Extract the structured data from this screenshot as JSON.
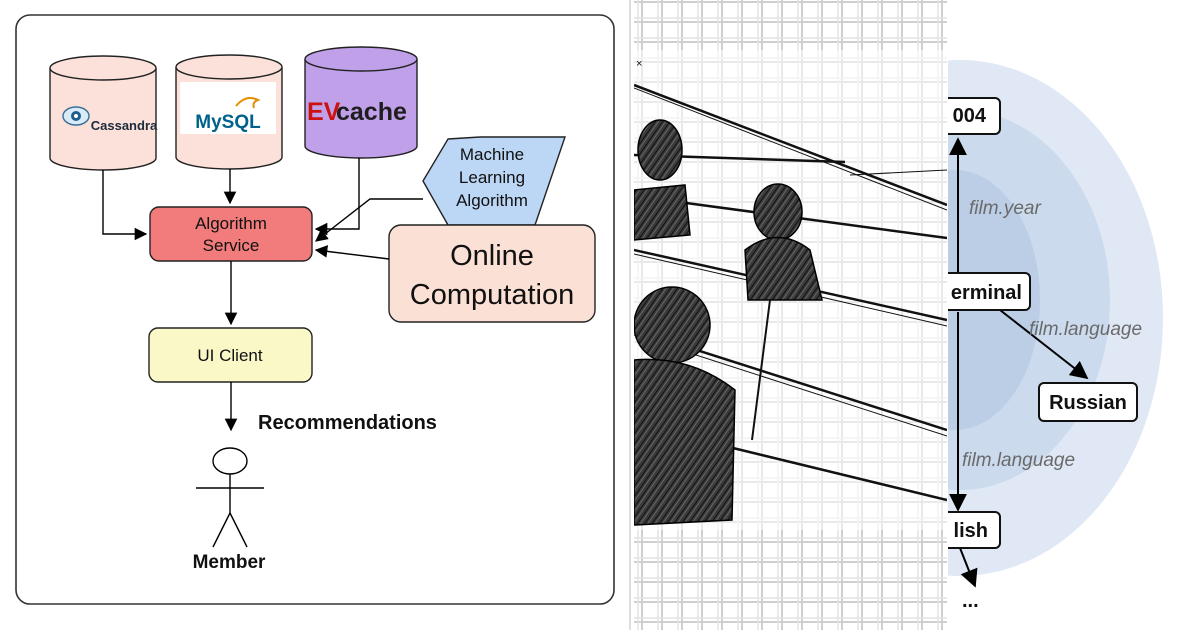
{
  "left_panel": {
    "databases": {
      "cassandra": "Cassandra",
      "mysql": "MySQL",
      "evcache_prefix": "EV",
      "evcache": "cache"
    },
    "ml_algorithm": [
      "Machine",
      "Learning",
      "Algorithm"
    ],
    "algorithm_service": [
      "Algorithm",
      "Service"
    ],
    "online_computation": [
      "Online",
      "Computation"
    ],
    "ui_client": "UI Client",
    "recommendations": "Recommendations",
    "member": "Member"
  },
  "right_panel": {
    "nodes": {
      "year": "004",
      "film": "erminal",
      "russian": "Russian",
      "english": "lish",
      "more": "..."
    },
    "edges": {
      "year": "film.year",
      "language_1": "film.language",
      "language_2": "film.language"
    }
  },
  "colors": {
    "algorithm_service": "#f27b7b",
    "online_computation": "#fbe0d6",
    "ui_client": "#fbf8c8",
    "db_pink": "#fbe1da",
    "db_purple": "#c0a0e8",
    "ml_hexagon": "#bcd6f5",
    "graph_ellipse": "#dfe8f4"
  }
}
